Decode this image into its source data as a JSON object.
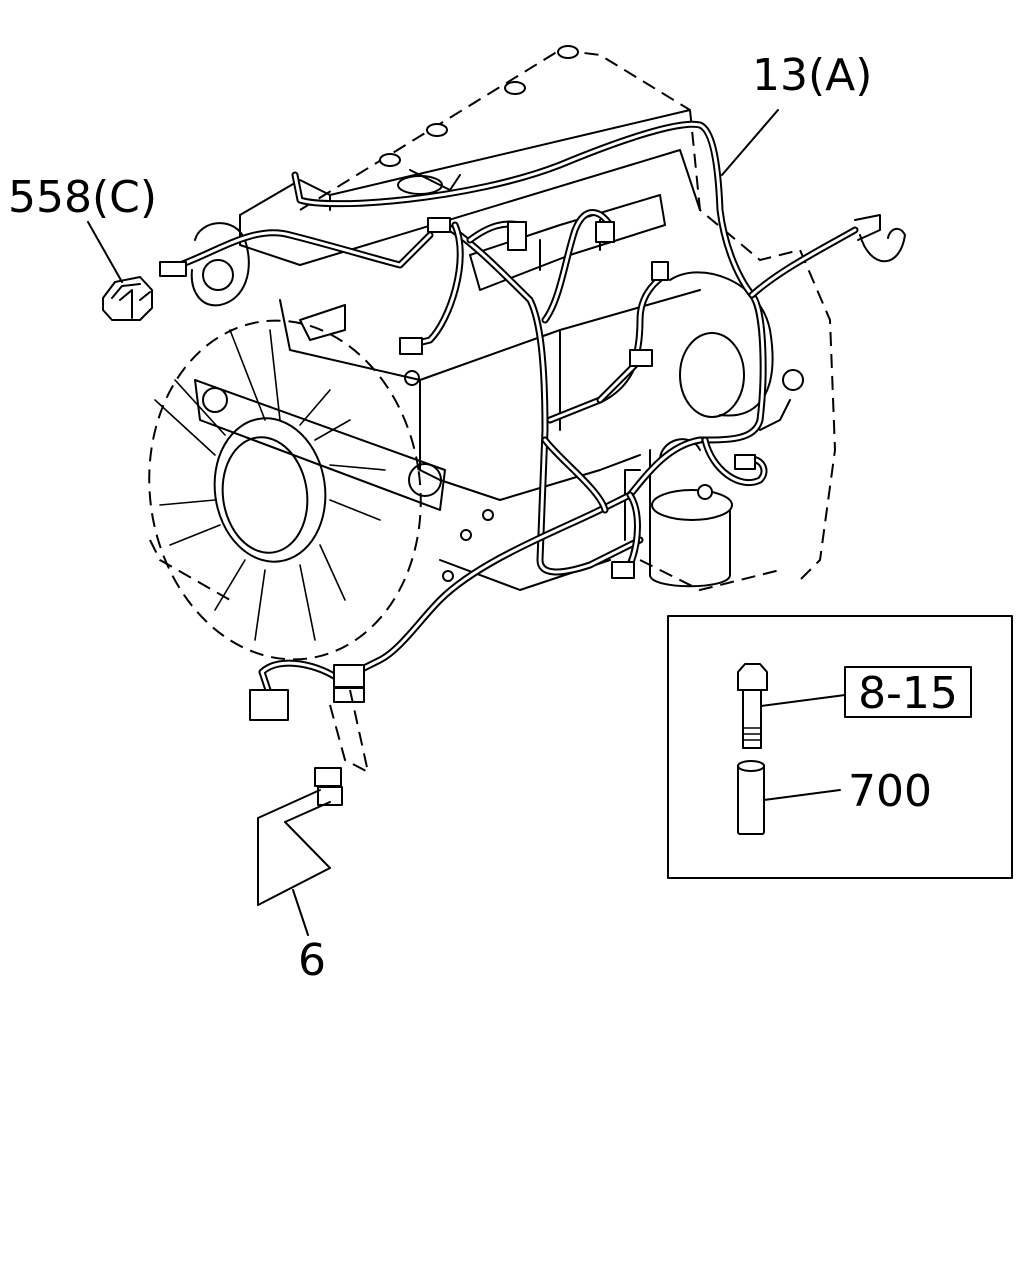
{
  "callouts": {
    "harness": "13(A)",
    "clip": "558(C)",
    "wire_end": "6",
    "ref_box": "8-15",
    "collar": "700"
  }
}
